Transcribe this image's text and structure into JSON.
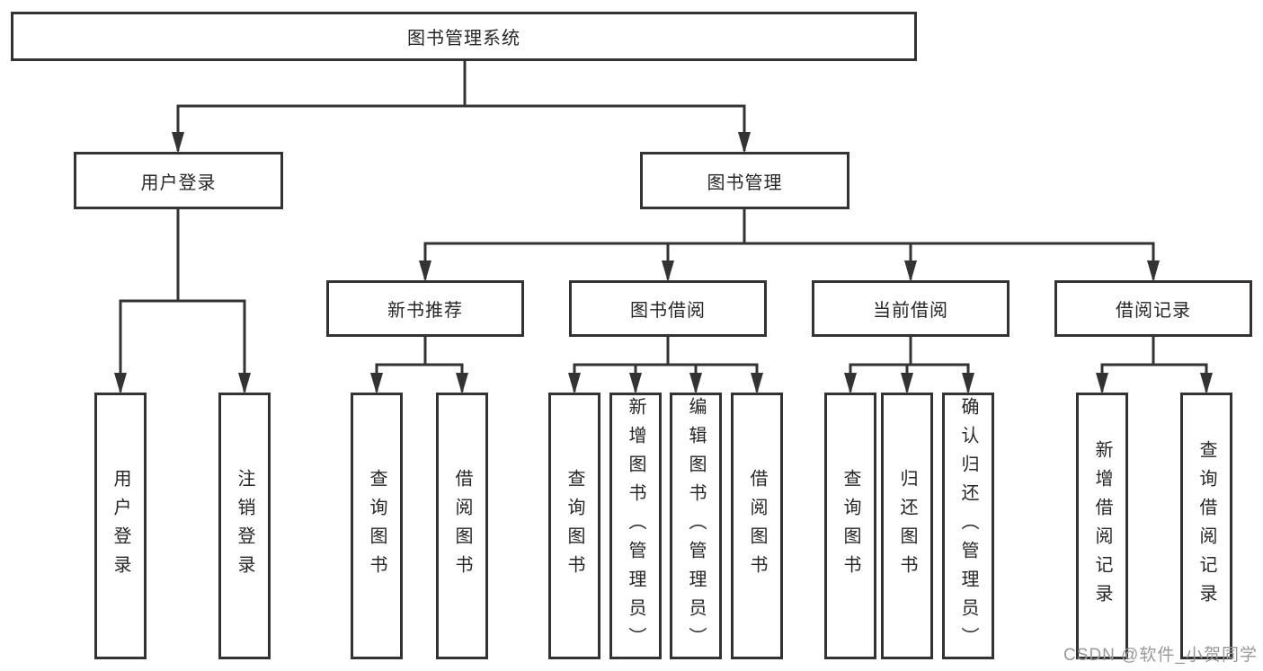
{
  "colors": {
    "line": "#333333",
    "box_border": "#333333",
    "text": "#262626",
    "background": "#ffffff",
    "watermark": "#999999"
  },
  "tree": {
    "label": "图书管理系统",
    "children": [
      {
        "label": "用户登录",
        "children": [
          {
            "label": "用户登录"
          },
          {
            "label": "注销登录"
          }
        ]
      },
      {
        "label": "图书管理",
        "children": [
          {
            "label": "新书推荐",
            "children": [
              {
                "label": "查询图书"
              },
              {
                "label": "借阅图书"
              }
            ]
          },
          {
            "label": "图书借阅",
            "children": [
              {
                "label": "查询图书"
              },
              {
                "label": "新增图书（管理员）"
              },
              {
                "label": "编辑图书（管理员）"
              },
              {
                "label": "借阅图书"
              }
            ]
          },
          {
            "label": "当前借阅",
            "children": [
              {
                "label": "查询图书"
              },
              {
                "label": "归还图书"
              },
              {
                "label": "确认归还（管理员）"
              }
            ]
          },
          {
            "label": "借阅记录",
            "children": [
              {
                "label": "新增借阅记录"
              },
              {
                "label": "查询借阅记录"
              }
            ]
          }
        ]
      }
    ]
  },
  "watermark": {
    "text": "CSDN @软件_小贺同学"
  }
}
